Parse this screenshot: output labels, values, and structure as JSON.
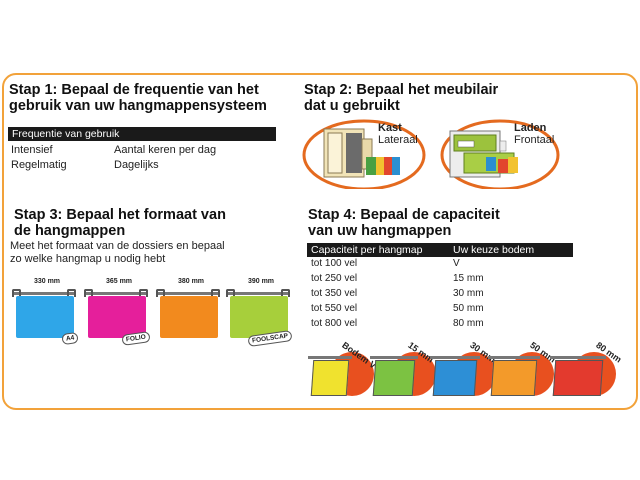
{
  "step1": {
    "title_l1": "Stap 1:  Bepaal de frequentie van het",
    "title_l2": "gebruik van uw hangmappensysteem",
    "table_header": "Frequentie van gebruik",
    "rows": [
      {
        "label": "Intensief",
        "value": "Aantal keren per dag"
      },
      {
        "label": "Regelmatig",
        "value": "Dagelijks"
      }
    ]
  },
  "step2": {
    "title_l1": "Stap 2:  Bepaal het meubilair",
    "title_l2": "dat u gebruikt",
    "kast": {
      "label": "Kast",
      "sub": "Lateraal"
    },
    "laden": {
      "label": "Laden",
      "sub": "Frontaal"
    }
  },
  "step3": {
    "title_l1": "Stap 3:  Bepaal het formaat van",
    "title_l2": "de hangmappen",
    "desc_l1": "Meet het formaat van de dossiers en bepaal",
    "desc_l2": "zo welke hangmap u nodig hebt",
    "folders": [
      {
        "dim": "330 mm",
        "tag": "A4",
        "color": "#2fa6e8"
      },
      {
        "dim": "365 mm",
        "tag": "FOLIO",
        "color": "#e51f9b"
      },
      {
        "dim": "380 mm",
        "tag": "",
        "color": "#f28a1e"
      },
      {
        "dim": "390 mm",
        "tag": "FOOLSCAP",
        "color": "#a7cf3b"
      }
    ]
  },
  "step4": {
    "title_l1": "Stap 4:  Bepaal de capaciteit",
    "title_l2": "van uw hangmappen",
    "col1": "Capaciteit per hangmap",
    "col2": "Uw keuze bodem",
    "rows": [
      {
        "cap": "tot 100 vel",
        "bodem": "V"
      },
      {
        "cap": "tot 250 vel",
        "bodem": "15 mm"
      },
      {
        "cap": "tot 350 vel",
        "bodem": "30 mm"
      },
      {
        "cap": "tot 550 vel",
        "bodem": "50 mm"
      },
      {
        "cap": "tot 800 vel",
        "bodem": "80 mm"
      }
    ],
    "icons": [
      {
        "label": "Bodem V",
        "color": "#f0e22e"
      },
      {
        "label": "15 mm",
        "color": "#7cc242"
      },
      {
        "label": "30 mm",
        "color": "#2d8fd6"
      },
      {
        "label": "50 mm",
        "color": "#f39a2a"
      },
      {
        "label": "80 mm",
        "color": "#e33a2e"
      }
    ]
  },
  "colors": {
    "border": "#f2a23a",
    "disc": "#e8501f",
    "header_bg": "#1a1a1a"
  }
}
